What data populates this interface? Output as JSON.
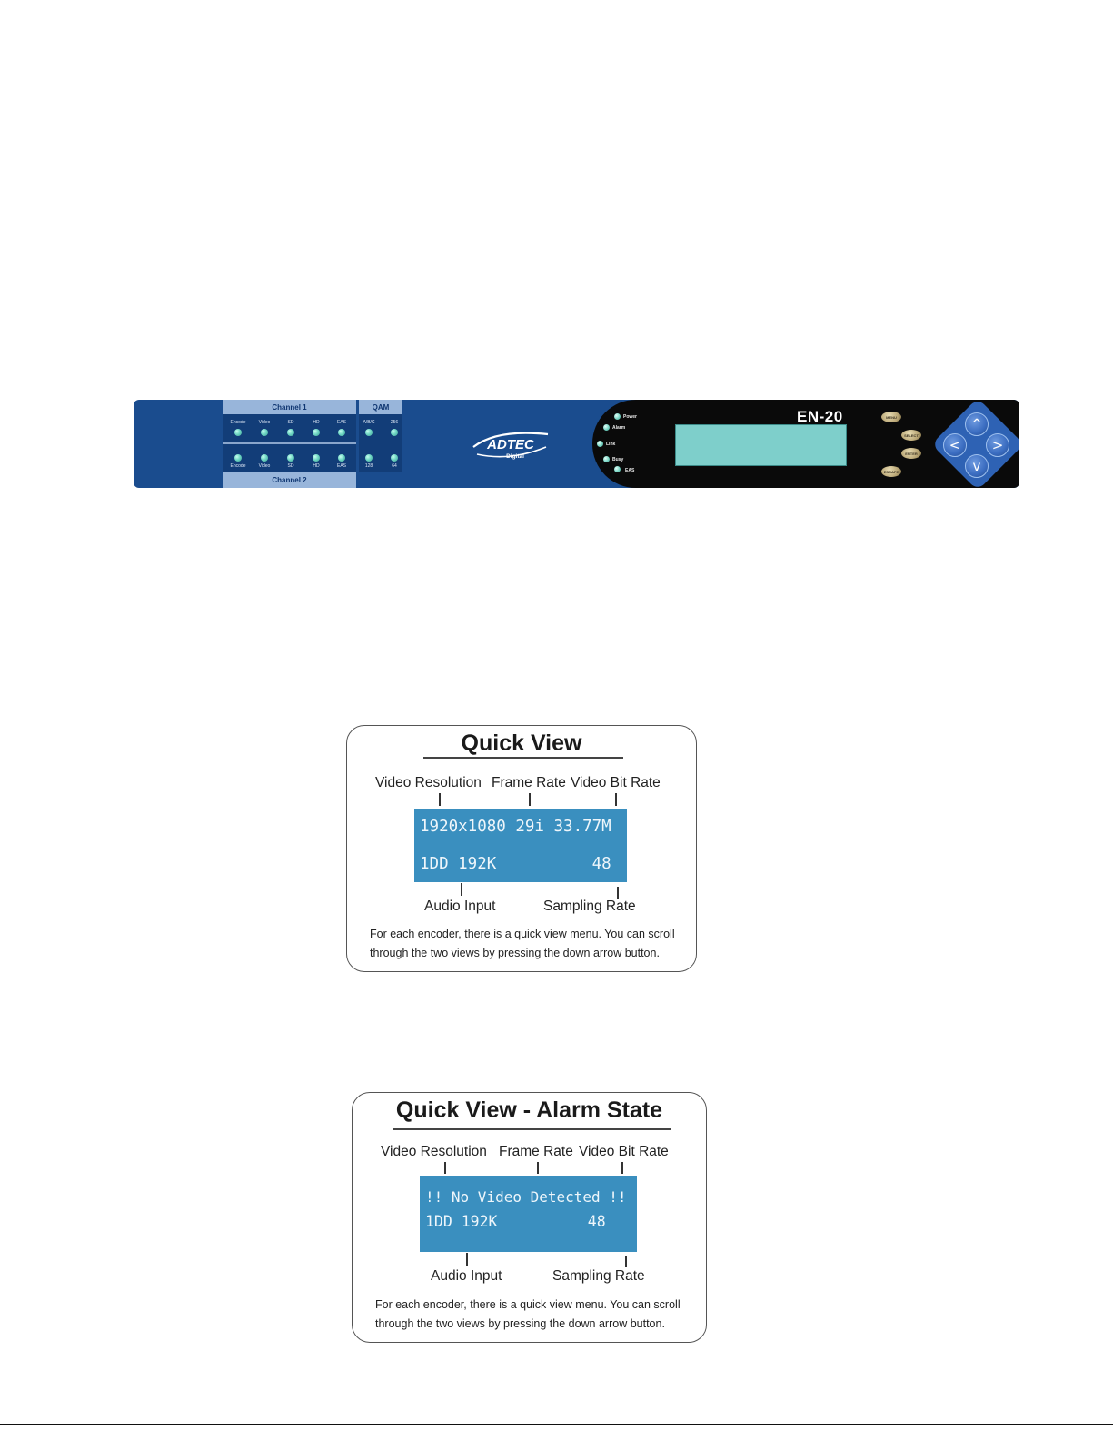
{
  "panel": {
    "channel1": "Channel 1",
    "channel2": "Channel 2",
    "qam": "QAM",
    "ch1_leds": [
      "Encode",
      "Video",
      "SD",
      "HD",
      "EAS"
    ],
    "ch2_leds": [
      "Encode",
      "Video",
      "SD",
      "HD",
      "EAS"
    ],
    "qam_top": [
      "A/B/C",
      "256"
    ],
    "qam_bottom": [
      "128",
      "64"
    ],
    "logo_text": "ADTEC",
    "logo_sub": "Digital",
    "status": [
      "Power",
      "Alarm",
      "Link",
      "Busy",
      "EAS"
    ],
    "model": "EN-20",
    "buttons": [
      "MENU",
      "SELECT",
      "ENTER",
      "ESCAPE"
    ],
    "arrows": {
      "up": "^",
      "left": "<",
      "right": ">",
      "down": "v"
    },
    "colors": {
      "body": "#1a4c8e",
      "led": "#6fd7c4",
      "lcd": "#7ecfcb"
    }
  },
  "quick_view": {
    "title": "Quick View",
    "label_resolution": "Video Resolution",
    "label_frame_rate": "Frame Rate",
    "label_bit_rate": "Video Bit Rate",
    "lcd_line1": "1920x1080 29i 33.77M",
    "lcd_line2": "1DD 192K          48",
    "label_audio": "Audio Input",
    "label_sampling": "Sampling Rate",
    "desc_line1": "For each encoder, there is a quick view menu. You can scroll",
    "desc_line2": "through the two views by pressing the down arrow button."
  },
  "alarm_view": {
    "title": "Quick View - Alarm State",
    "label_resolution": "Video Resolution",
    "label_frame_rate": "Frame Rate",
    "label_bit_rate": "Video Bit Rate",
    "lcd_line1": "!! No Video Detected !!",
    "lcd_line2": "1DD 192K          48",
    "label_audio": "Audio Input",
    "label_sampling": "Sampling Rate",
    "desc_line1": "For each encoder, there is a quick view menu. You can scroll",
    "desc_line2": "through the two views by pressing the down arrow button."
  }
}
